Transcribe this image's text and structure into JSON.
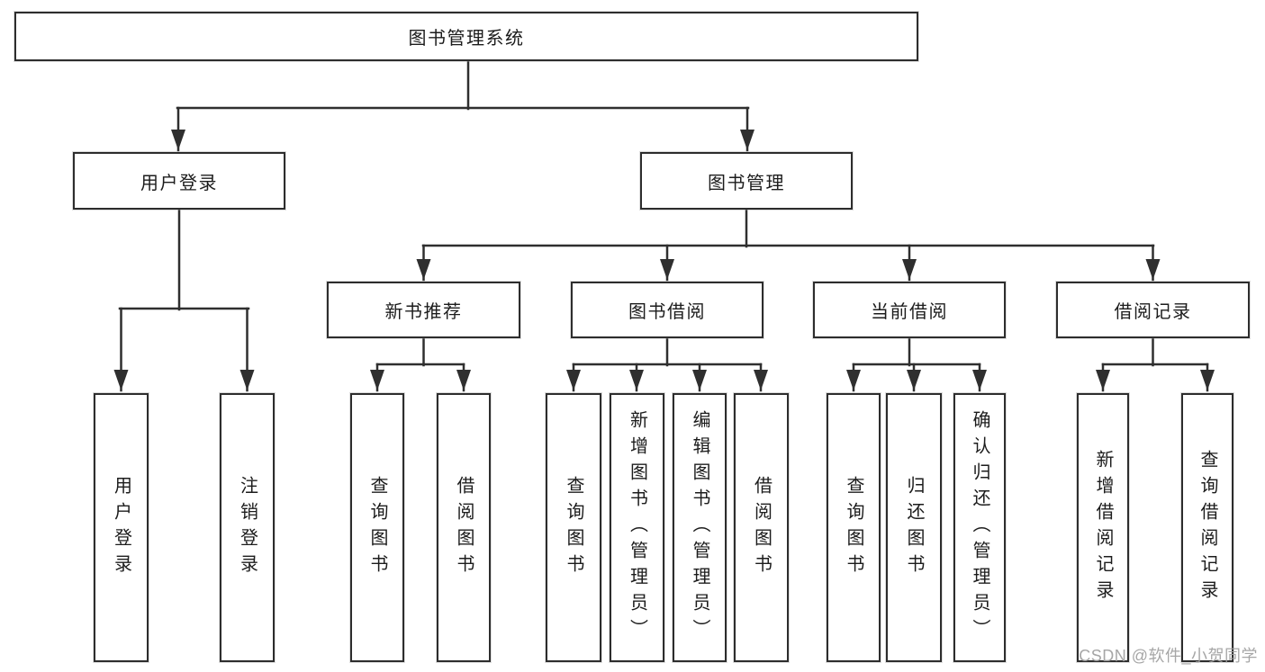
{
  "diagram": {
    "type": "hierarchy-tree",
    "title": "图书管理系统",
    "root": {
      "label": "图书管理系统"
    },
    "level2": [
      {
        "label": "用户登录",
        "parent": "图书管理系统"
      },
      {
        "label": "图书管理",
        "parent": "图书管理系统"
      }
    ],
    "level3": [
      {
        "label": "新书推荐",
        "parent": "图书管理"
      },
      {
        "label": "图书借阅",
        "parent": "图书管理"
      },
      {
        "label": "当前借阅",
        "parent": "图书管理"
      },
      {
        "label": "借阅记录",
        "parent": "图书管理"
      }
    ],
    "leaves": [
      {
        "label": "用户登录",
        "parent": "用户登录"
      },
      {
        "label": "注销登录",
        "parent": "用户登录"
      },
      {
        "label": "查询图书",
        "parent": "新书推荐"
      },
      {
        "label": "借阅图书",
        "parent": "新书推荐"
      },
      {
        "label": "查询图书",
        "parent": "图书借阅"
      },
      {
        "label": "新增图书（管理员）",
        "parent": "图书借阅"
      },
      {
        "label": "编辑图书（管理员）",
        "parent": "图书借阅"
      },
      {
        "label": "借阅图书",
        "parent": "图书借阅"
      },
      {
        "label": "查询图书",
        "parent": "当前借阅"
      },
      {
        "label": "归还图书",
        "parent": "当前借阅"
      },
      {
        "label": "确认归还（管理员）",
        "parent": "当前借阅"
      },
      {
        "label": "新增借阅记录",
        "parent": "借阅记录"
      },
      {
        "label": "查询借阅记录",
        "parent": "借阅记录"
      }
    ],
    "colors": {
      "line": "#2f2f2f",
      "node_border": "#2d2d2d",
      "node_fill": "#ffffff",
      "text": "#1c1c1c"
    }
  },
  "watermark": {
    "text": "CSDN @软件_小贺同学",
    "color": "#9e9e9e"
  }
}
